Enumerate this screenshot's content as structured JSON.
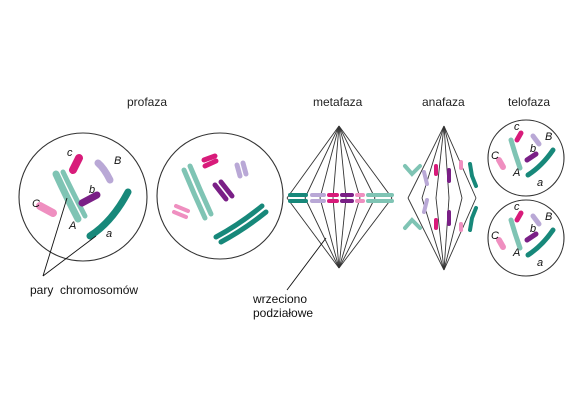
{
  "phases": {
    "profaza": "profaza",
    "metafaza": "metafaza",
    "anafaza": "anafaza",
    "telofaza": "telofaza"
  },
  "labels": {
    "chromosome_pairs": "pary  chromosomów",
    "spindle_line1": "wrzeciono",
    "spindle_line2": "podziałowe"
  },
  "chromosome_letters": {
    "A": "A",
    "a": "a",
    "B": "B",
    "b": "b",
    "C": "C",
    "c": "c"
  },
  "colors": {
    "teal_light": "#7fc4b4",
    "teal_dark": "#17887a",
    "lilac_light": "#b9a8d6",
    "purple_dark": "#7a1f86",
    "pink_light": "#ef8fc0",
    "magenta": "#d81b7a"
  }
}
